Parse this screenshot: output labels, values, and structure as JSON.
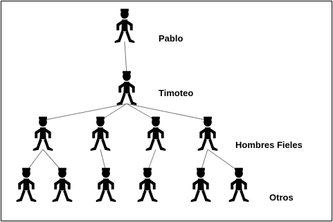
{
  "diagram": {
    "nodes": [
      {
        "id": "pablo",
        "label": "Pablo",
        "level": 0
      },
      {
        "id": "timoteo",
        "label": "Timoteo",
        "level": 1
      },
      {
        "id": "fiel1",
        "level": 2
      },
      {
        "id": "fiel2",
        "level": 2
      },
      {
        "id": "fiel3",
        "level": 2
      },
      {
        "id": "fiel4",
        "level": 2
      },
      {
        "id": "otro1",
        "level": 3
      },
      {
        "id": "otro2",
        "level": 3
      },
      {
        "id": "otro3",
        "level": 3
      },
      {
        "id": "otro4",
        "level": 3
      },
      {
        "id": "otro5",
        "level": 3
      },
      {
        "id": "otro6",
        "level": 3
      }
    ],
    "edges": [
      [
        "pablo",
        "timoteo"
      ],
      [
        "timoteo",
        "fiel1"
      ],
      [
        "timoteo",
        "fiel2"
      ],
      [
        "timoteo",
        "fiel3"
      ],
      [
        "timoteo",
        "fiel4"
      ],
      [
        "fiel1",
        "otro1"
      ],
      [
        "fiel1",
        "otro2"
      ],
      [
        "fiel2",
        "otro3"
      ],
      [
        "fiel3",
        "otro4"
      ],
      [
        "fiel4",
        "otro5"
      ],
      [
        "fiel4",
        "otro6"
      ]
    ],
    "level_labels": {
      "pablo": "Pablo",
      "timoteo": "Timoteo",
      "fieles": "Hombres Fieles",
      "otros": "Otros"
    },
    "colors": {
      "figure": "#000000",
      "line": "#777777",
      "border": "#000000"
    },
    "icon": "stick-figure-icon"
  }
}
